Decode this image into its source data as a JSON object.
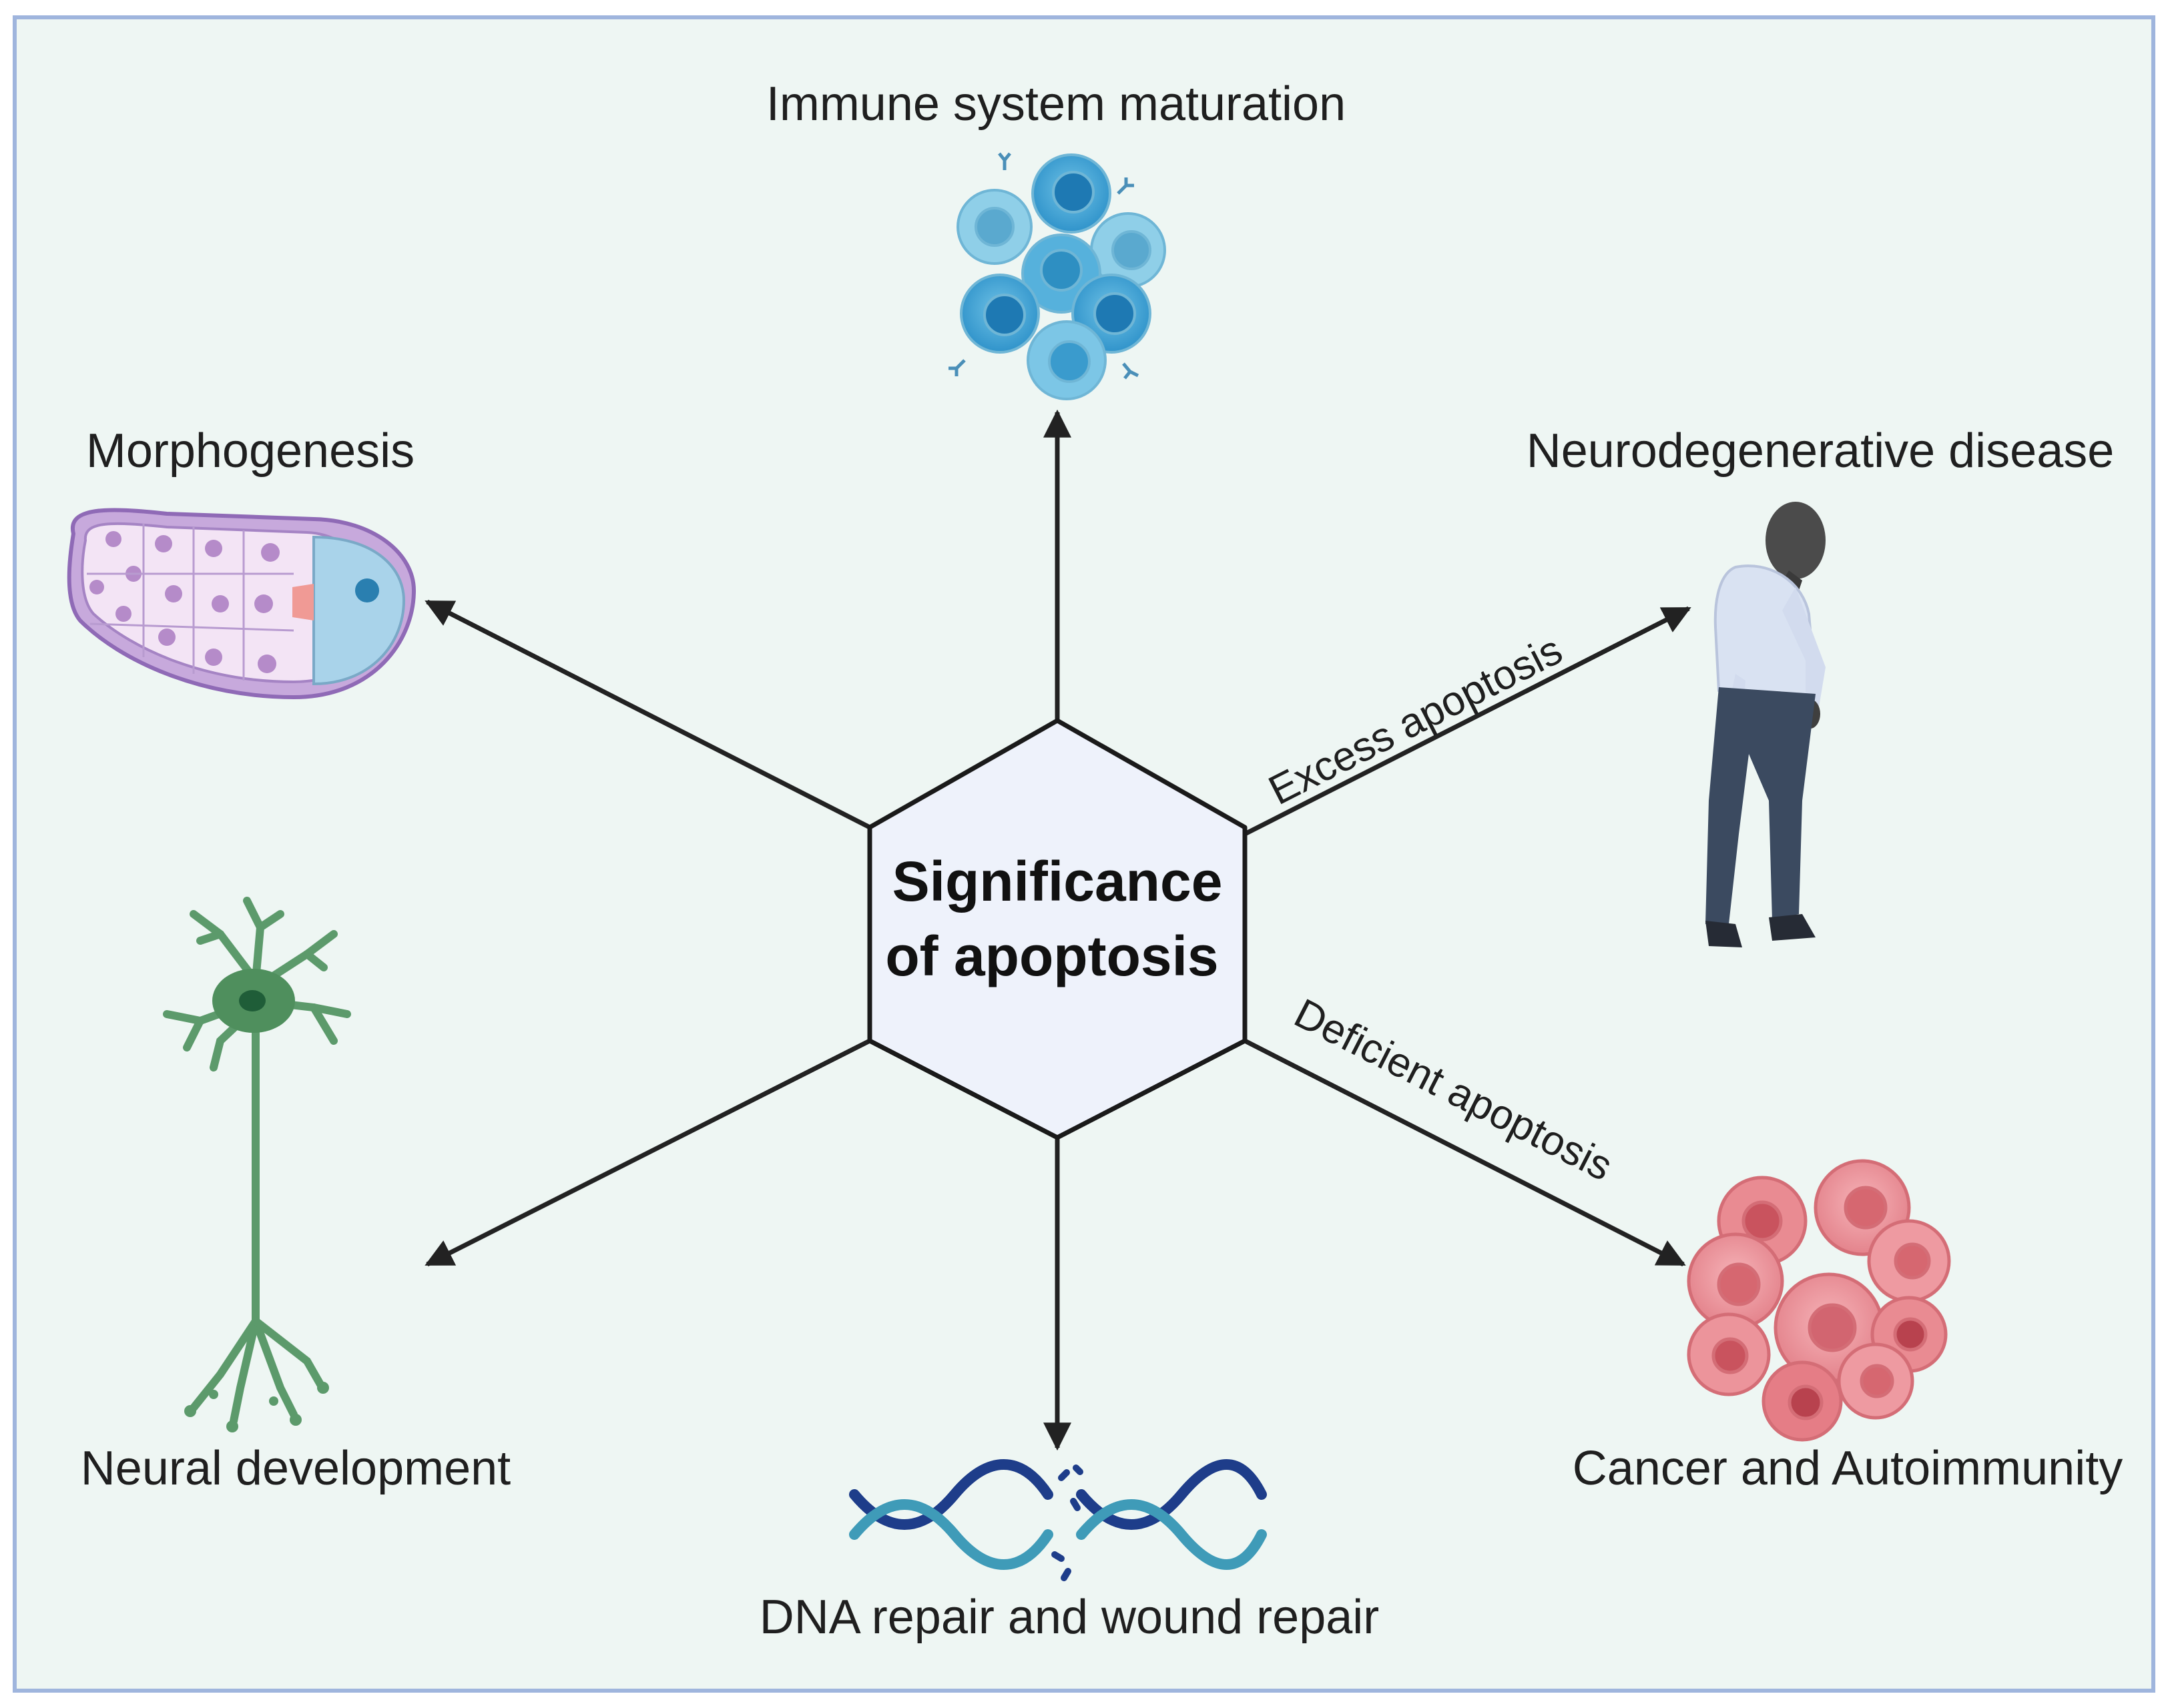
{
  "center": {
    "title_line1": "Significance",
    "title_line2": "of apoptosis"
  },
  "branches": {
    "immune": "Immune system maturation",
    "morphogenesis": "Morphogenesis",
    "neurodegenerative": "Neurodegenerative disease",
    "neural": "Neural development",
    "dna": "DNA repair and wound repair",
    "cancer": "Cancer and Autoimmunity"
  },
  "arrow_labels": {
    "excess": "Excess apoptosis",
    "deficient": "Deficient apoptosis"
  },
  "colors": {
    "background": "#eef6f3",
    "border": "#9fb5dd",
    "hexagon_fill": "#eef2fb",
    "arrow": "#222222"
  },
  "icons": {
    "immune": "immune-cells-cluster-icon",
    "morphogenesis": "embryo-blastocyst-icon",
    "neurodegenerative": "stooped-elderly-man-icon",
    "neural": "neuron-icon",
    "dna": "broken-dna-helix-icon",
    "cancer": "cancer-cell-cluster-icon"
  }
}
